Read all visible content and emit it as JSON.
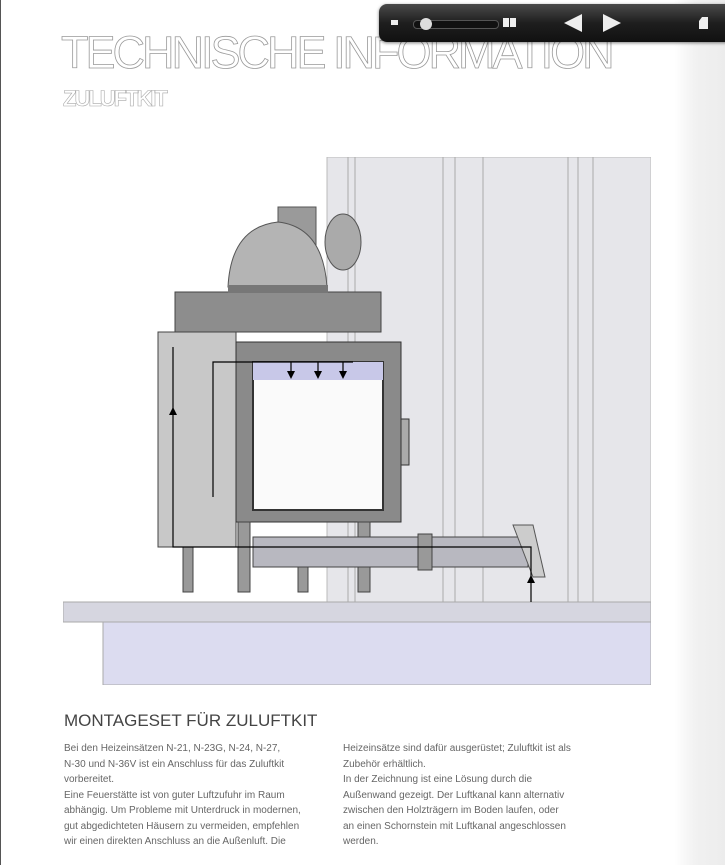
{
  "header": {
    "title": "TECHNISCHE INFORMATION",
    "subtitle": "ZULUFTKIT"
  },
  "toolbar": {
    "zoom_level": 0.05,
    "icons": [
      "zoom-out-icon",
      "zoom-in-icon",
      "previous-page-icon",
      "next-page-icon",
      "page-icon"
    ]
  },
  "section": {
    "heading": "MONTAGESET FÜR ZULUFTKIT",
    "col1": [
      "Bei den Heizeinsätzen N-21, N-23G, N-24, N-27,",
      "N-30 und N-36V ist ein Anschluss für das Zuluftkit",
      "vorbereitet.",
      "Eine Feuerstätte ist von guter Luftzufuhr im Raum",
      "abhängig.  Um Probleme mit Unterdruck in modernen,",
      "gut abgedichteten Häusern zu vermeiden, empfehlen",
      "wir einen direkten Anschluss an die Außenluft. Die"
    ],
    "col2": [
      "Heizeinsätze sind dafür ausgerüstet; Zuluftkit ist als",
      "Zubehör erhältlich.",
      "In der Zeichnung ist eine Lösung durch die",
      "Außenwand gezeigt. Der Luftkanal kann alternativ",
      "zwischen den Holzträgern im Boden laufen, oder",
      "an einen Schornstein mit Luftkanal angeschlossen",
      "werden."
    ]
  }
}
